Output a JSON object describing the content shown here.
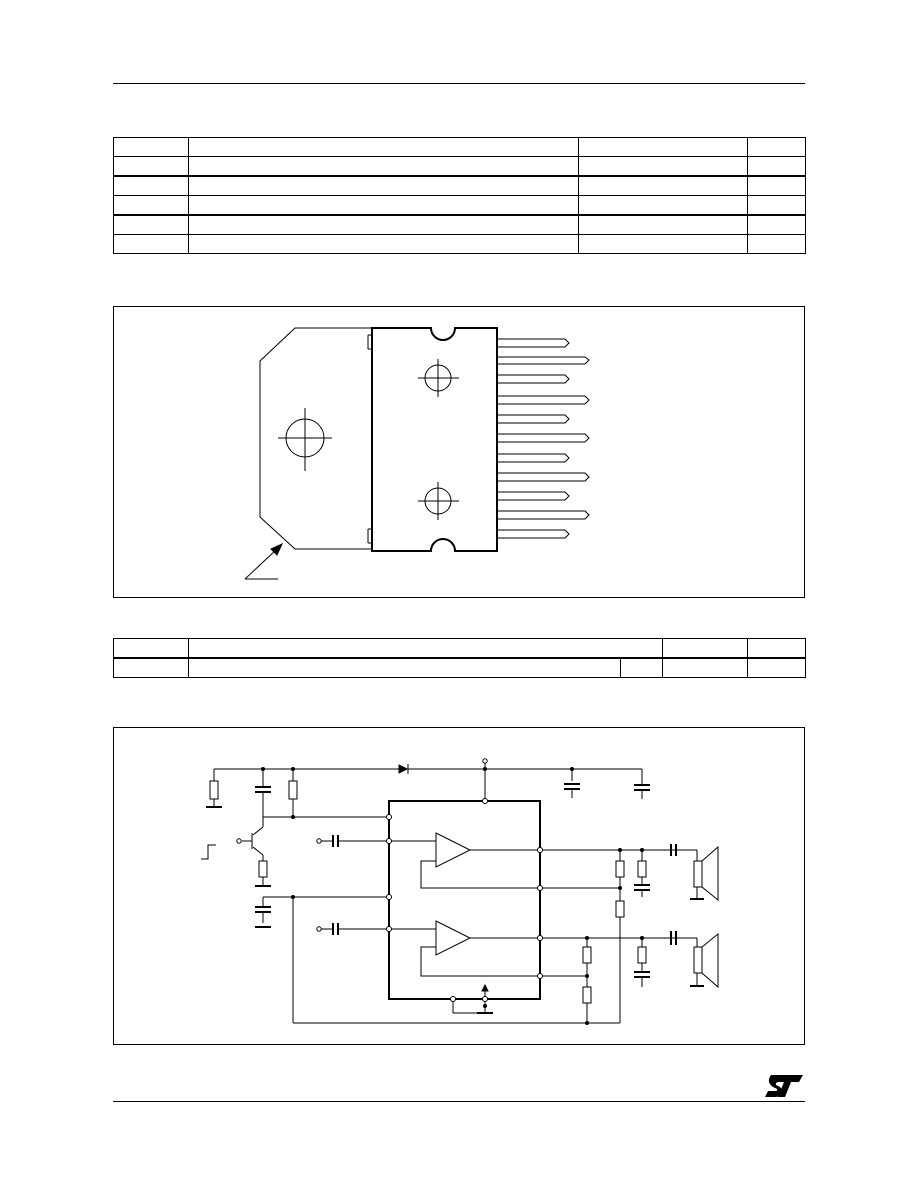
{
  "page": {
    "header_rule": true,
    "footer_rule": true
  },
  "table_top": {
    "rows": 6,
    "columns": 4,
    "cells": [
      [
        "",
        "",
        "",
        ""
      ],
      [
        "",
        "",
        "",
        ""
      ],
      [
        "",
        "",
        "",
        ""
      ],
      [
        "",
        "",
        "",
        ""
      ],
      [
        "",
        "",
        "",
        ""
      ],
      [
        "",
        "",
        "",
        ""
      ]
    ]
  },
  "table_middle": {
    "rows": 2,
    "columns": 4,
    "cells": [
      [
        "",
        "",
        "",
        ""
      ],
      [
        "",
        "",
        "",
        "",
        ""
      ]
    ]
  },
  "figure_package": {
    "icon": "package-outline-drawing-icon",
    "pins": 11
  },
  "figure_circuit": {
    "icon": "amplifier-circuit-schematic-icon",
    "amplifiers": 2,
    "speakers": 2
  },
  "logo": {
    "icon": "st-logo-icon",
    "color": "#000000"
  }
}
